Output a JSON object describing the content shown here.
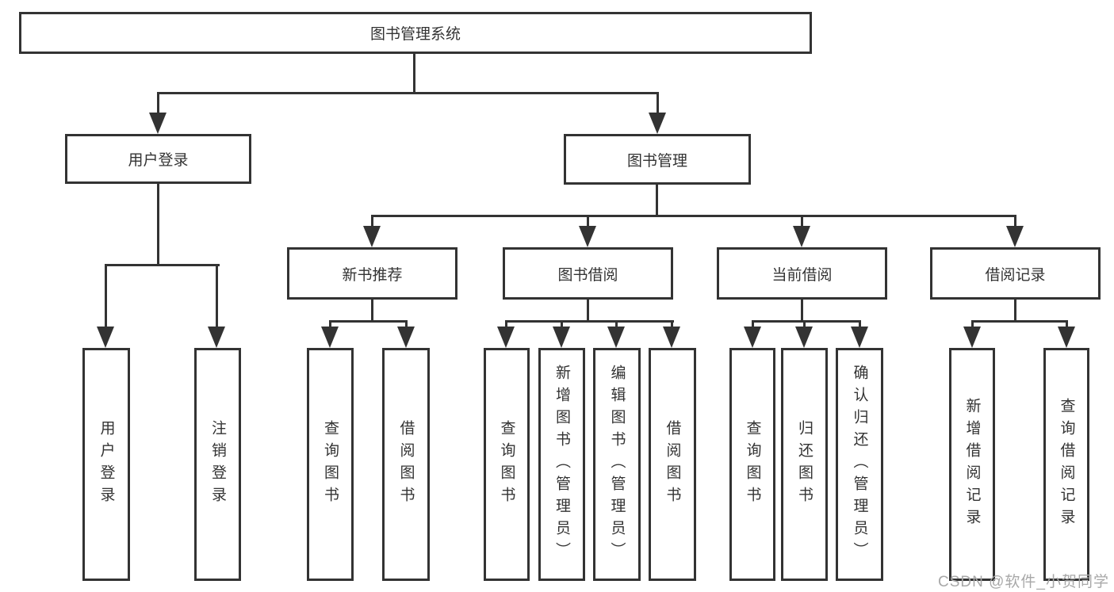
{
  "diagram": {
    "title": "图书管理系统",
    "root": {
      "label": "图书管理系统"
    },
    "level2": [
      {
        "label": "用户登录"
      },
      {
        "label": "图书管理"
      }
    ],
    "level3": [
      {
        "label": "新书推荐"
      },
      {
        "label": "图书借阅"
      },
      {
        "label": "当前借阅"
      },
      {
        "label": "借阅记录"
      }
    ],
    "leaves": {
      "user_login": [
        {
          "label": "用户登录"
        },
        {
          "label": "注销登录"
        }
      ],
      "new_book_recommend": [
        {
          "label": "查询图书"
        },
        {
          "label": "借阅图书"
        }
      ],
      "book_borrow": [
        {
          "label": "查询图书"
        },
        {
          "label": "新增图书（管理员）"
        },
        {
          "label": "编辑图书（管理员）"
        },
        {
          "label": "借阅图书"
        }
      ],
      "current_borrow": [
        {
          "label": "查询图书"
        },
        {
          "label": "归还图书"
        },
        {
          "label": "确认归还（管理员）"
        }
      ],
      "borrow_records": [
        {
          "label": "新增借阅记录"
        },
        {
          "label": "查询借阅记录"
        }
      ]
    },
    "colors": {
      "line": "#333333",
      "text": "#333333",
      "background": "#ffffff",
      "watermark": "#a8a8a8"
    },
    "watermark": "CSDN @软件_小贺同学"
  }
}
